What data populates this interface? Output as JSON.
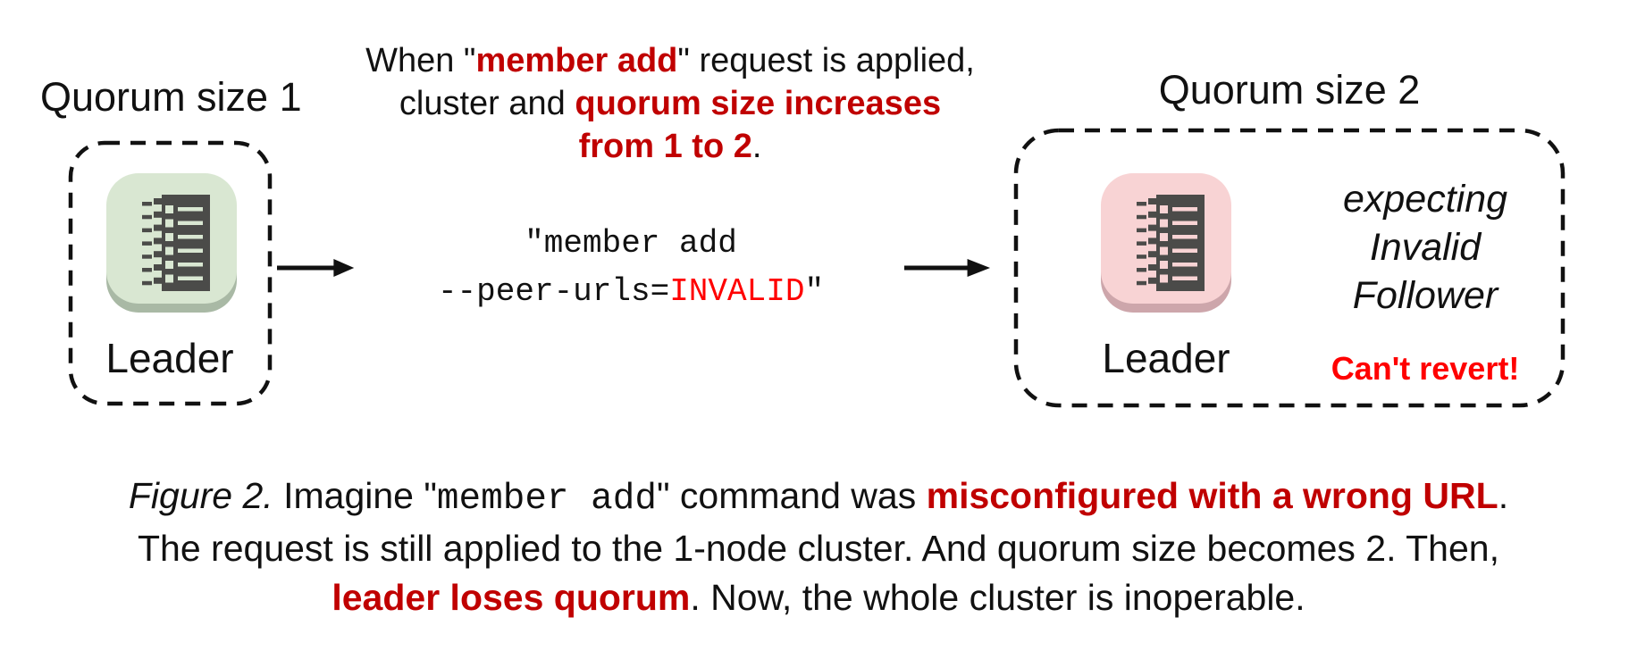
{
  "colors": {
    "dark_red": "#c00000",
    "bright_red": "#ff0000",
    "text": "#111111",
    "green_bg": "#d9e7d2",
    "green_shadow": "#a9b9a5",
    "pink_bg": "#f8d3d4",
    "pink_shadow": "#cda6ab",
    "glyph": "#4b4b49"
  },
  "left_cluster": {
    "title": "Quorum size 1",
    "node_label": "Leader"
  },
  "transition": {
    "heading": {
      "line1_prefix": "When \"",
      "line1_highlight": "member add",
      "line1_suffix": "\" request is applied,",
      "line2_prefix": "cluster and ",
      "line2_highlight": "quorum size increases",
      "line3_highlight": "from 1 to 2",
      "line3_suffix": "."
    },
    "command": {
      "line1": "\"member add",
      "line2_prefix": "--peer-urls=",
      "line2_highlight": "INVALID",
      "line2_suffix": "\""
    }
  },
  "right_cluster": {
    "title": "Quorum size 2",
    "node_label": "Leader",
    "expecting_lines": [
      "expecting",
      "Invalid",
      "Follower"
    ],
    "warning": "Can't revert!"
  },
  "caption": {
    "line1": [
      {
        "text": "Figure 2.",
        "style": "italic"
      },
      {
        "text": " Imagine \"",
        "style": "plain"
      },
      {
        "text": "member add",
        "style": "mono"
      },
      {
        "text": "\" command was ",
        "style": "plain"
      },
      {
        "text": "misconfigured with a wrong URL",
        "style": "red-bold"
      },
      {
        "text": ".",
        "style": "plain"
      }
    ],
    "line2": [
      {
        "text": "The request is still applied to the 1-node cluster. And quorum size becomes 2. Then,",
        "style": "plain"
      }
    ],
    "line3": [
      {
        "text": "leader loses quorum",
        "style": "red-bold"
      },
      {
        "text": ". Now, the whole cluster is inoperable.",
        "style": "plain"
      }
    ]
  }
}
